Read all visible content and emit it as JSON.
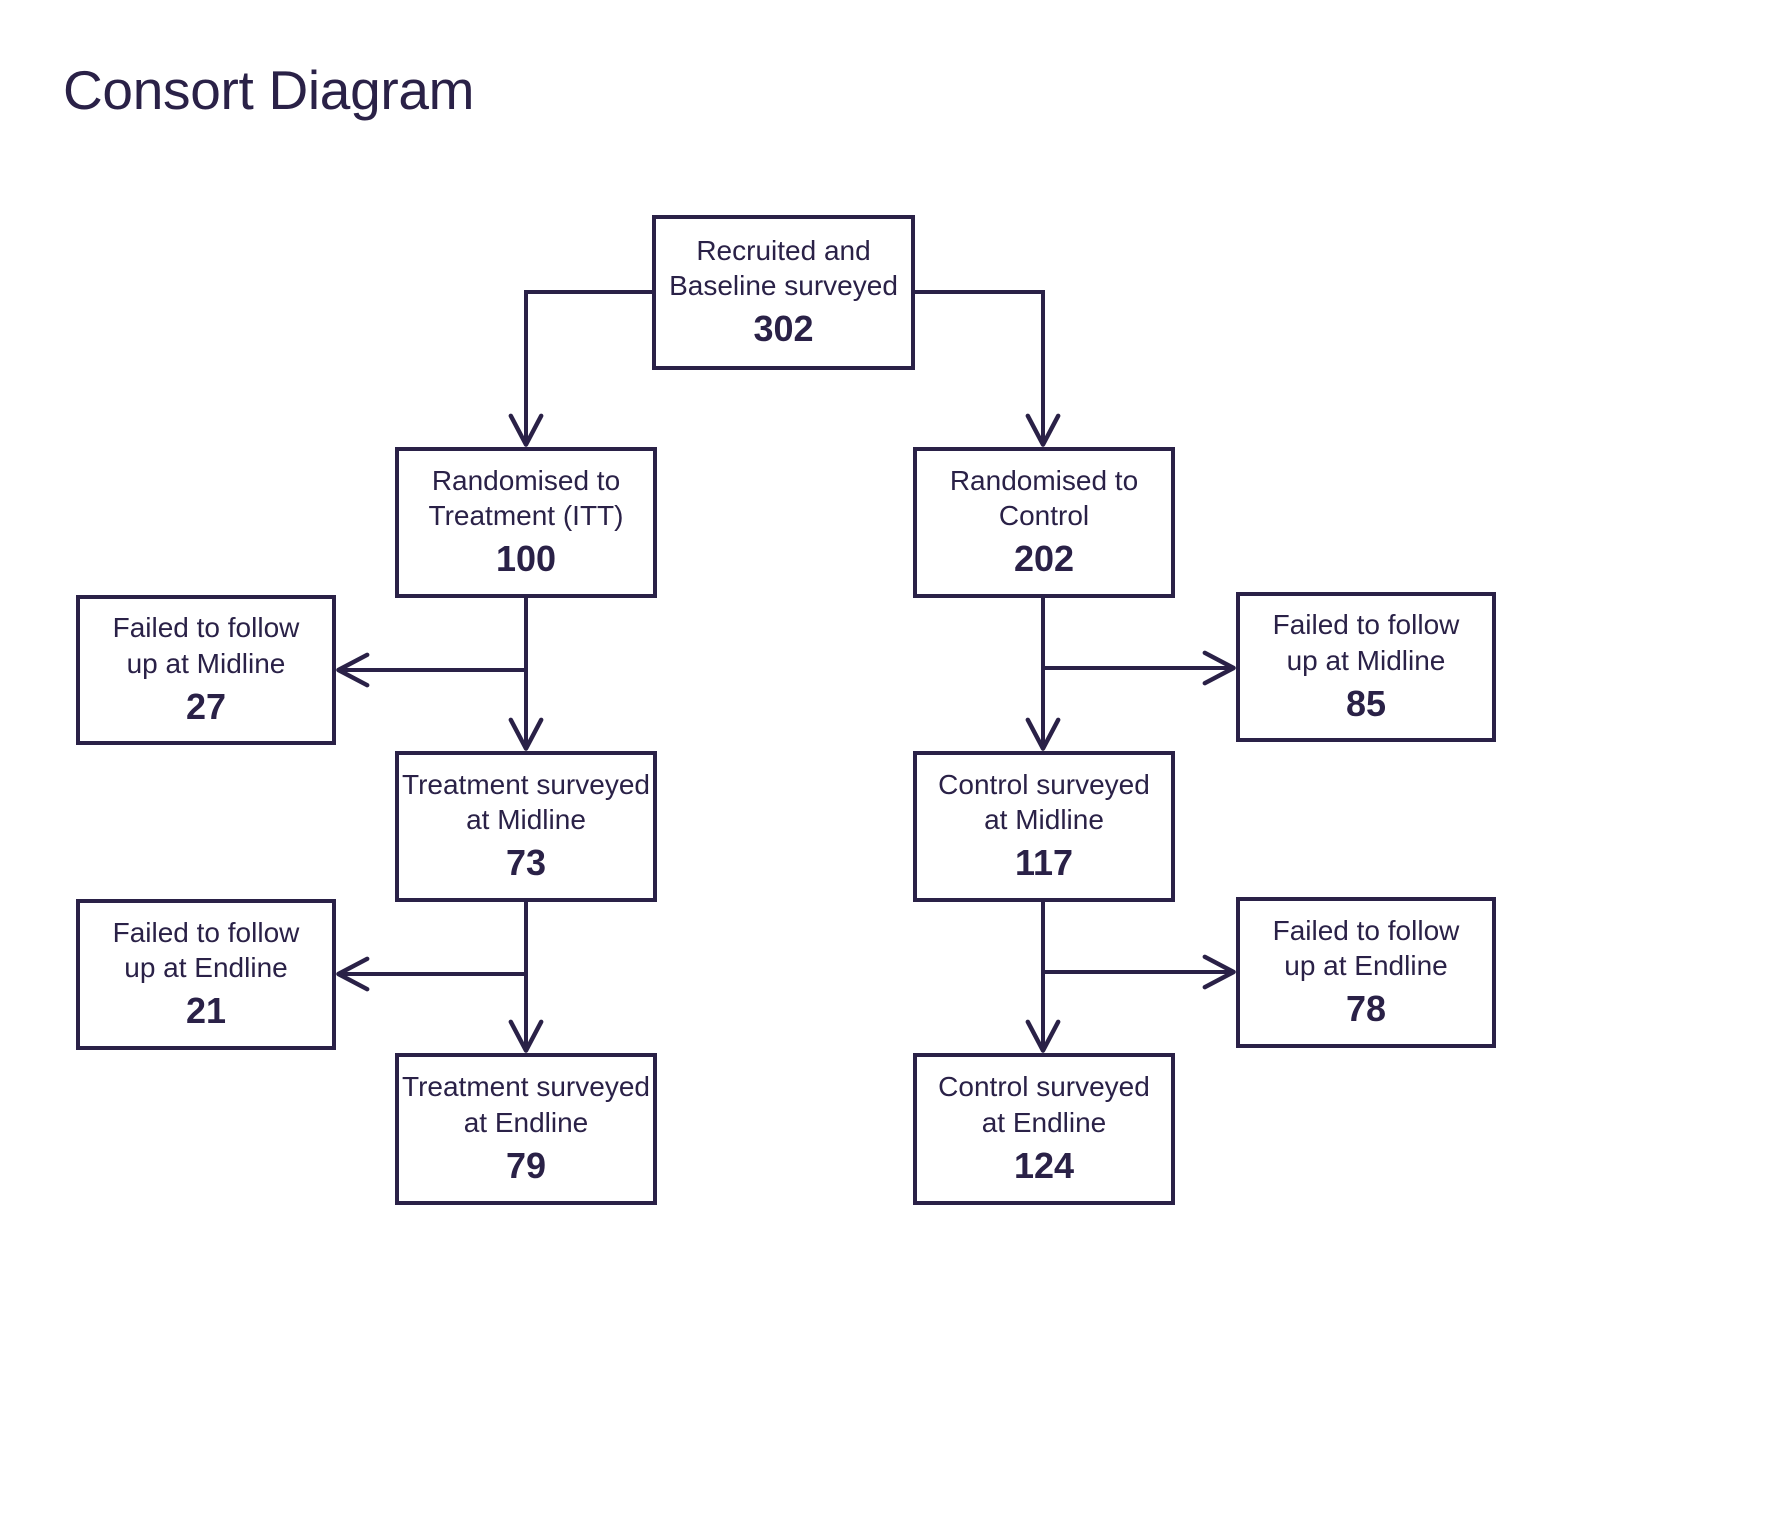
{
  "page": {
    "title": "Consort Diagram",
    "background_color": "#ffffff",
    "ink_color": "#2a2147"
  },
  "chart_data": {
    "type": "diagram",
    "diagram_kind": "consort-flow",
    "title": "Consort Diagram",
    "nodes": [
      {
        "id": "recruited",
        "label": "Recruited and\nBaseline surveyed",
        "value": "302"
      },
      {
        "id": "rand-treatment",
        "label": "Randomised to\nTreatment (ITT)",
        "value": "100"
      },
      {
        "id": "rand-control",
        "label": "Randomised to\nControl",
        "value": "202"
      },
      {
        "id": "fail-midline-left",
        "label": "Failed to follow\nup at Midline",
        "value": "27"
      },
      {
        "id": "fail-midline-right",
        "label": "Failed to follow\nup at Midline",
        "value": "85"
      },
      {
        "id": "treatment-midline",
        "label": "Treatment surveyed\nat Midline",
        "value": "73"
      },
      {
        "id": "control-midline",
        "label": "Control surveyed\nat Midline",
        "value": "117"
      },
      {
        "id": "fail-endline-left",
        "label": "Failed to follow\nup at Endline",
        "value": "21"
      },
      {
        "id": "fail-endline-right",
        "label": "Failed to follow\nup at Endline",
        "value": "78"
      },
      {
        "id": "treatment-endline",
        "label": "Treatment surveyed\nat Endline",
        "value": "79"
      },
      {
        "id": "control-endline",
        "label": "Control surveyed\nat Endline",
        "value": "124"
      }
    ],
    "edges": [
      {
        "from": "recruited",
        "to": "rand-treatment"
      },
      {
        "from": "recruited",
        "to": "rand-control"
      },
      {
        "from": "rand-treatment",
        "to": "fail-midline-left"
      },
      {
        "from": "rand-treatment",
        "to": "treatment-midline"
      },
      {
        "from": "rand-control",
        "to": "fail-midline-right"
      },
      {
        "from": "rand-control",
        "to": "control-midline"
      },
      {
        "from": "treatment-midline",
        "to": "fail-endline-left"
      },
      {
        "from": "treatment-midline",
        "to": "treatment-endline"
      },
      {
        "from": "control-midline",
        "to": "fail-endline-right"
      },
      {
        "from": "control-midline",
        "to": "control-endline"
      }
    ]
  },
  "nodes": {
    "recruited": {
      "label": "Recruited and\nBaseline surveyed",
      "value": "302"
    },
    "rand_treatment": {
      "label": "Randomised to\nTreatment (ITT)",
      "value": "100"
    },
    "rand_control": {
      "label": "Randomised to\nControl",
      "value": "202"
    },
    "fail_midline_left": {
      "label": "Failed to follow\nup at Midline",
      "value": "27"
    },
    "fail_midline_right": {
      "label": "Failed to follow\nup at Midline",
      "value": "85"
    },
    "treatment_midline": {
      "label": "Treatment surveyed\nat Midline",
      "value": "73"
    },
    "control_midline": {
      "label": "Control surveyed\nat Midline",
      "value": "117"
    },
    "fail_endline_left": {
      "label": "Failed to follow\nup at Endline",
      "value": "21"
    },
    "fail_endline_right": {
      "label": "Failed to follow\nup at Endline",
      "value": "78"
    },
    "treatment_endline": {
      "label": "Treatment surveyed\nat Endline",
      "value": "79"
    },
    "control_endline": {
      "label": "Control surveyed\nat Endline",
      "value": "124"
    }
  }
}
